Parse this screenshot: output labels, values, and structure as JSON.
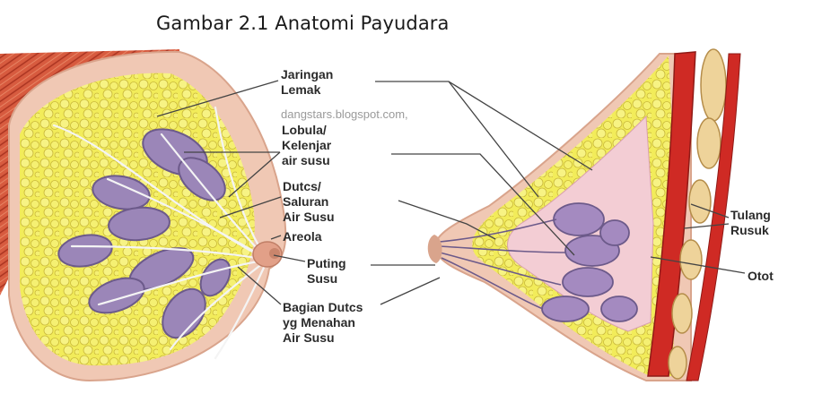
{
  "figure": {
    "title": "Gambar 2.1 Anatomi Payudara",
    "watermark": "dangstars.blogspot.com,"
  },
  "labels": {
    "jaringan_lemak": [
      "Jaringan",
      "Lemak"
    ],
    "lobula": [
      "Lobula/",
      "Kelenjar",
      "air susu"
    ],
    "dutcs": [
      "Dutcs/",
      "Saluran",
      "Air Susu"
    ],
    "areola": [
      "Areola"
    ],
    "puting": [
      "Puting",
      "Susu"
    ],
    "bagian": [
      "Bagian Dutcs",
      "yg Menahan",
      "Air Susu"
    ],
    "tulang": [
      "Tulang",
      "Rusuk"
    ],
    "otot": [
      "Otot"
    ]
  },
  "colors": {
    "fat": "#f2ec5a",
    "fat_stroke": "#c9b83a",
    "lobule": "#9b86b8",
    "lobule_dark": "#6c5a8a",
    "muscle": "#cf2a24",
    "skin": "#f0c8b4",
    "skin_dark": "#d9a48c",
    "rib": "#eed39a",
    "duct": "#f4f4f4",
    "leader": "#444444"
  }
}
